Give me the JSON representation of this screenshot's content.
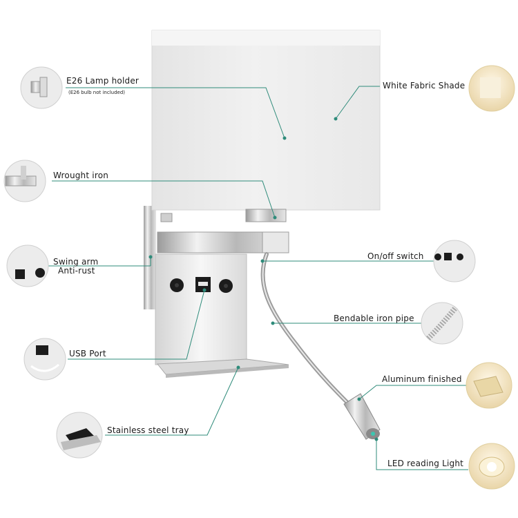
{
  "labels": {
    "lamp_holder": "E26 Lamp holder",
    "lamp_holder_note": "(E26 bulb not included)",
    "wrought_iron": "Wrought iron",
    "swing_arm": "Swing arm",
    "anti_rust": "Anti-rust",
    "usb_port": "USB Port",
    "stainless_tray": "Stainless steel tray",
    "white_shade": "White Fabric Shade",
    "onoff_switch": "On/off switch",
    "bendable_pipe": "Bendable iron pipe",
    "aluminum": "Aluminum finished",
    "led_light": "LED reading Light"
  },
  "colors": {
    "leader_line": "#2e8b7a",
    "shade": "#eeeeee",
    "chrome": "#c8c8c8"
  }
}
